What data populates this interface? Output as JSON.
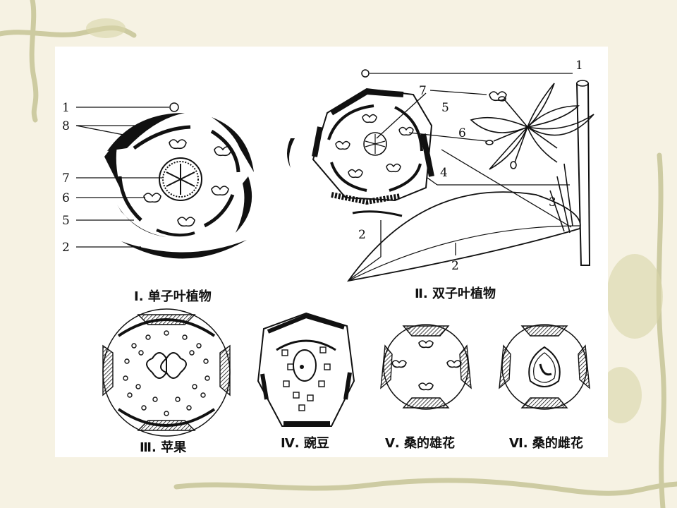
{
  "panels": {
    "monocot": {
      "caption": "Ⅰ. 单子叶植物",
      "labels": [
        "1",
        "8",
        "7",
        "6",
        "5",
        "2"
      ]
    },
    "dicot": {
      "caption": "Ⅱ. 双子叶植物",
      "labels": [
        "1",
        "7",
        "5",
        "6",
        "4",
        "3",
        "2",
        "2"
      ]
    },
    "apple": {
      "caption": "Ⅲ. 苹果"
    },
    "pea": {
      "caption": "Ⅳ. 豌豆"
    },
    "mulberry_male": {
      "caption": "Ⅴ. 桑的雄花"
    },
    "mulberry_female": {
      "caption": "Ⅵ. 桑的雌花"
    }
  },
  "colors": {
    "background": "#f6f2e3",
    "plate": "#ffffff",
    "ink": "#111111",
    "vine": "#c9c79a"
  }
}
